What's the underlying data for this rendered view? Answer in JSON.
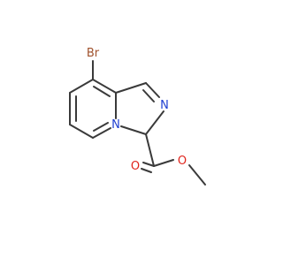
{
  "molecule": {
    "atoms": {
      "br": "Br",
      "n_imidazole": "N",
      "n_bridge": "N",
      "o_carbonyl": "O",
      "o_ester": "O"
    },
    "colors": {
      "bond": "#3a3a3a",
      "bromine": "#a0522d",
      "nitrogen": "#1f3fd1",
      "oxygen": "#e0241c"
    }
  }
}
